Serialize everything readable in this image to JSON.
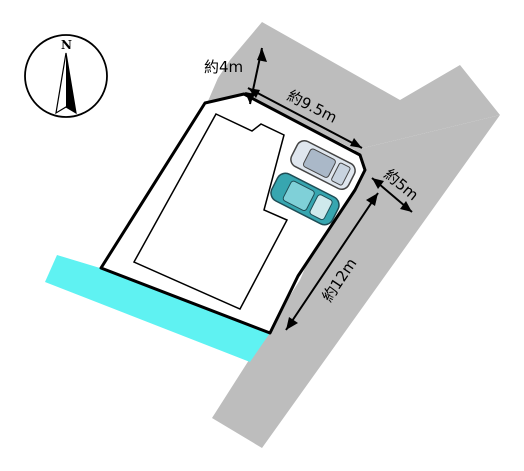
{
  "compass": {
    "north_label": "N",
    "icon": "north-arrow-icon"
  },
  "dimensions": {
    "top_road_width": "約4m",
    "north_frontage": "約9.5m",
    "east_road_width": "約5m",
    "east_frontage": "約12m"
  },
  "colors": {
    "road": "#bdbdbd",
    "water": "#5ff2f2",
    "car_white": "#dfe6ee",
    "car_teal": "#37a6b0",
    "outline": "#000000"
  }
}
